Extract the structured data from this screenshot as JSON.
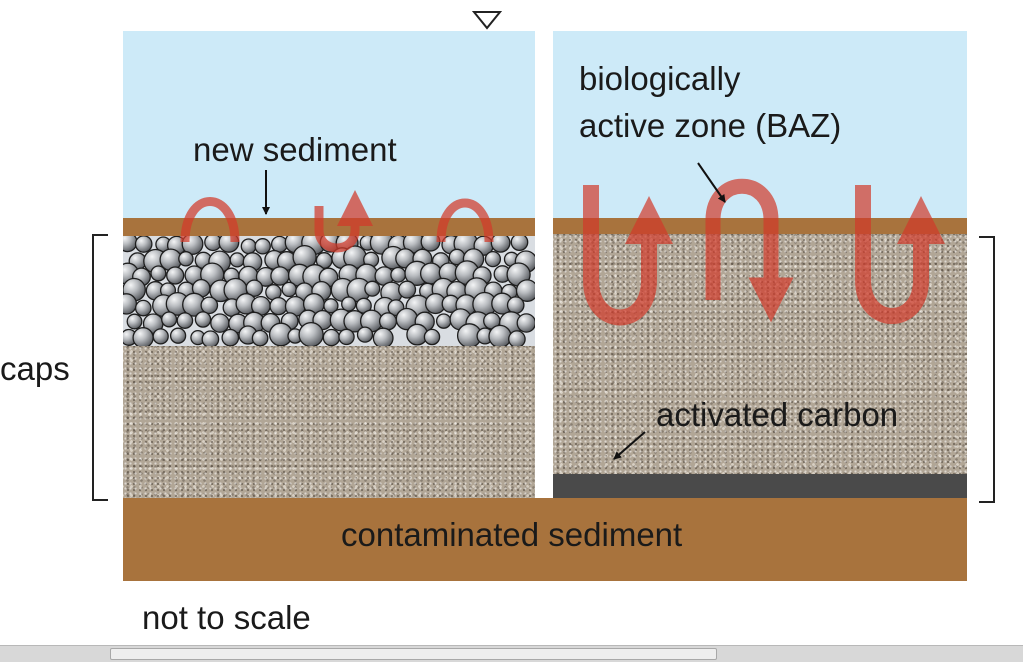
{
  "labels": {
    "new_sediment": "new sediment",
    "baz_line1": "biologically",
    "baz_line2": "active zone (BAZ)",
    "activated_carbon": "activated carbon",
    "contaminated_sediment": "contaminated sediment",
    "caps": "caps",
    "not_to_scale": "not to scale"
  },
  "icons": {
    "water_level": "water-level-triangle-icon",
    "bioturbation": "bioturbation-arrow-icon",
    "pointer": "pointer-arrow-icon"
  },
  "colors": {
    "water": "#cdeaf8",
    "sediment_brown": "#a8733d",
    "sand": "#b1a696",
    "gravel": "#9fa3a8",
    "activated_carbon": "#4a4a4a",
    "bioturbation_arrows": "#d23a2a"
  }
}
